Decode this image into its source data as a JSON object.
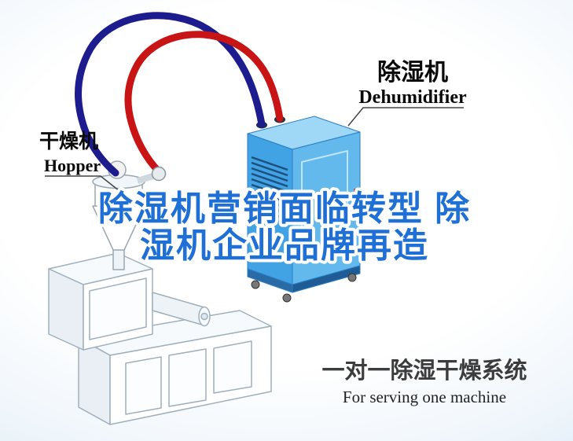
{
  "labels": {
    "dehumidifier": {
      "zh": "除湿机",
      "en": "Dehumidifier"
    },
    "hopper": {
      "zh": "干燥机",
      "en": "Hopper"
    }
  },
  "headline": {
    "line1": "除湿机营销面临转型 除",
    "line2": "湿机企业品牌再造",
    "color": "#1e6fd6"
  },
  "caption": {
    "zh": "一对一除湿干燥系统",
    "en": "For serving one machine"
  },
  "colors": {
    "background_edge": "#b9d5ee",
    "pipe_red": "#c81414",
    "pipe_navy": "#1c1c8f",
    "dehumidifier_front": "#41a3e3",
    "dehumidifier_side": "#63b9ec",
    "dehumidifier_top": "#9ed8f6",
    "caption_text": "#3c3c3c",
    "label_text": "#0a0a0a"
  },
  "diagram": {
    "machines": [
      "dehumidifier-unit",
      "hopper-dryer-unit",
      "extruder-machine"
    ],
    "pipes": [
      "navy-supply-hose",
      "red-return-hose"
    ]
  }
}
